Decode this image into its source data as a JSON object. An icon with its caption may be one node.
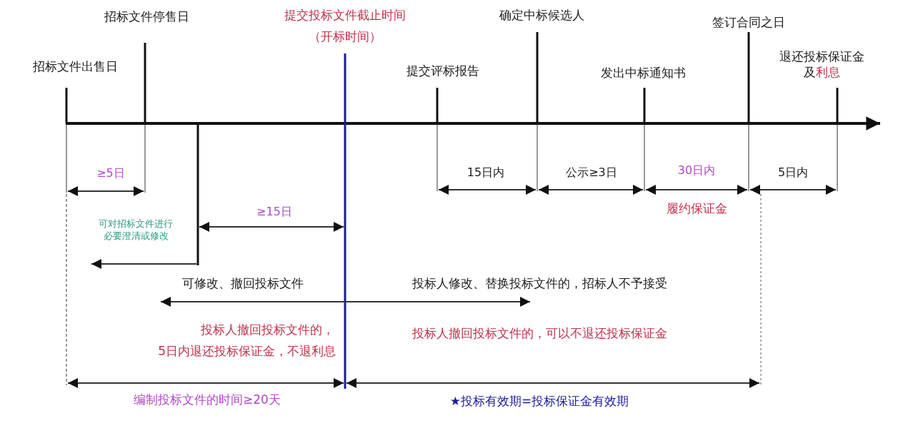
{
  "diagram": {
    "labels": [
      "招标文件停售日",
      "提交投标文件截止时间",
      "（开标时间）",
      "确定中标候选人",
      "签订合同之日",
      "招标文件出售日",
      "提交评标报告",
      "发出中标通知书",
      "退还投标保证金及利息",
      "≥5日",
      "15日内",
      "公示≥3日",
      "30日内",
      "5日内",
      "≥15日",
      "履约保证金",
      "可对招标文件进行必要澄清或修改",
      "可修改、撤回投标文件",
      "投标人修改、替换投标文件的，招标人不予接受",
      "投标人撤回投标文件的，",
      "5日内退还投标保证金，不退利息",
      "投标人撤回投标文件的，可以不退还投标保证金",
      "编制投标文件的时间≥20天",
      "★投标有效期=投标保证金有效期"
    ]
  }
}
